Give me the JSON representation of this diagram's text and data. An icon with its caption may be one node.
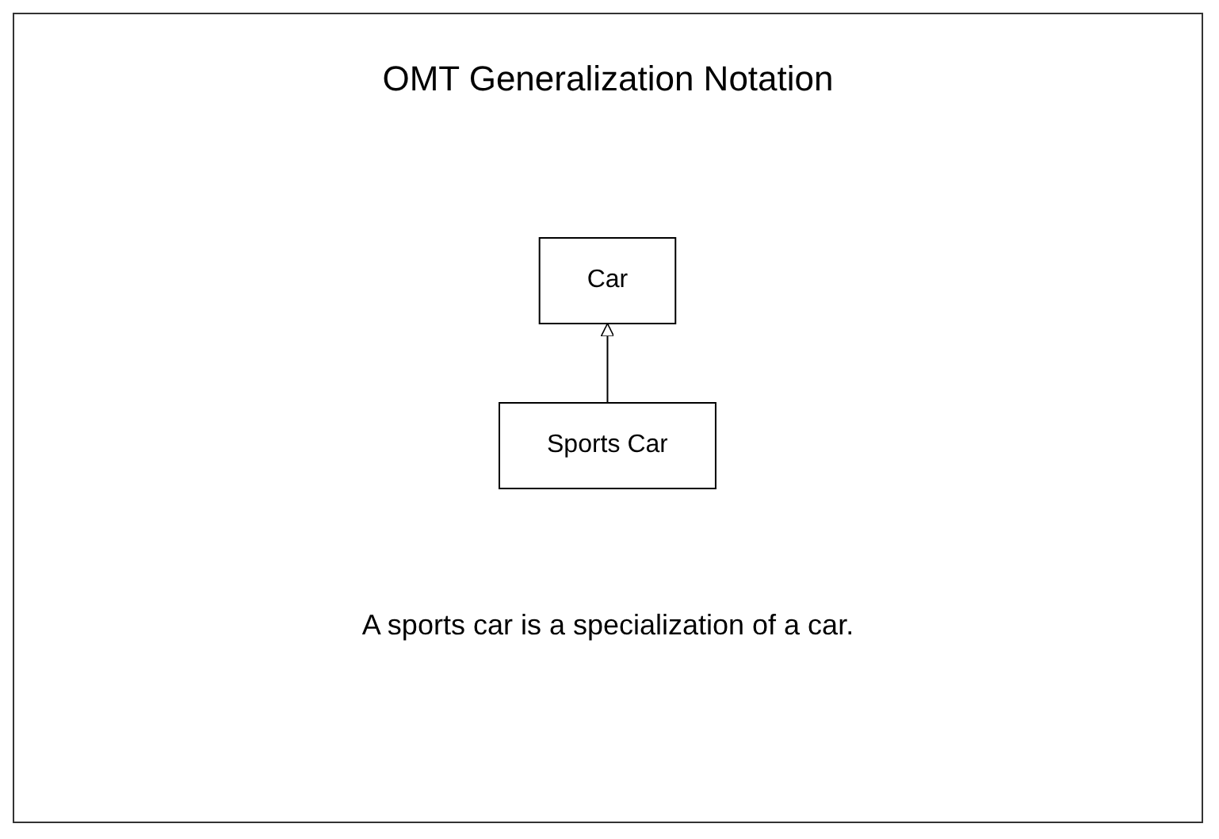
{
  "diagram": {
    "title": "OMT Generalization Notation",
    "nodes": [
      {
        "text": [
          "Car"
        ]
      },
      {
        "text": [
          "Sports Car"
        ]
      }
    ],
    "edges": [
      {
        "from": 1,
        "to": 0,
        "arrow": "to"
      }
    ],
    "caption": "A sports car is a specialization of a car."
  }
}
